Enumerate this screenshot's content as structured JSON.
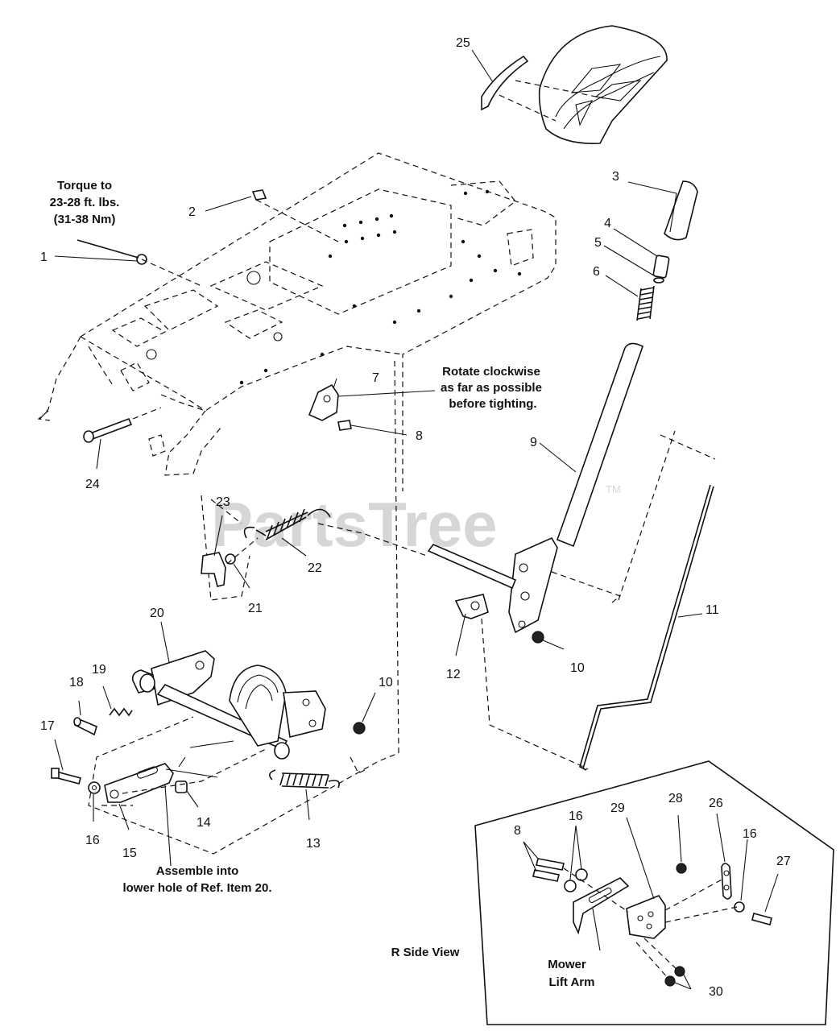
{
  "watermark": {
    "text": "PartsTree",
    "trademark": "TM"
  },
  "notes": {
    "torque": [
      "Torque to",
      "23-28 ft. lbs.",
      "(31-38 Nm)"
    ],
    "rotate": [
      "Rotate clockwise",
      "as far as possible",
      "before tighting."
    ],
    "assemble": [
      "Assemble into",
      "lower hole of Ref. Item 20."
    ],
    "side_view": "R Side View",
    "mower": [
      "Mower",
      "Lift Arm"
    ]
  },
  "callouts": {
    "c1": "1",
    "c2": "2",
    "c3": "3",
    "c4": "4",
    "c5": "5",
    "c6": "6",
    "c7": "7",
    "c8": "8",
    "c9": "9",
    "c10a": "10",
    "c10b": "10",
    "c11": "11",
    "c12": "12",
    "c13": "13",
    "c14": "14",
    "c15": "15",
    "c16a": "16",
    "c16b": "16",
    "c16c": "16",
    "c17": "17",
    "c18": "18",
    "c19": "19",
    "c20": "20",
    "c21": "21",
    "c22": "22",
    "c23": "23",
    "c24": "24",
    "c25": "25",
    "c26": "26",
    "c27": "27",
    "c28": "28",
    "c29": "29",
    "c30": "30",
    "c8b": "8"
  }
}
